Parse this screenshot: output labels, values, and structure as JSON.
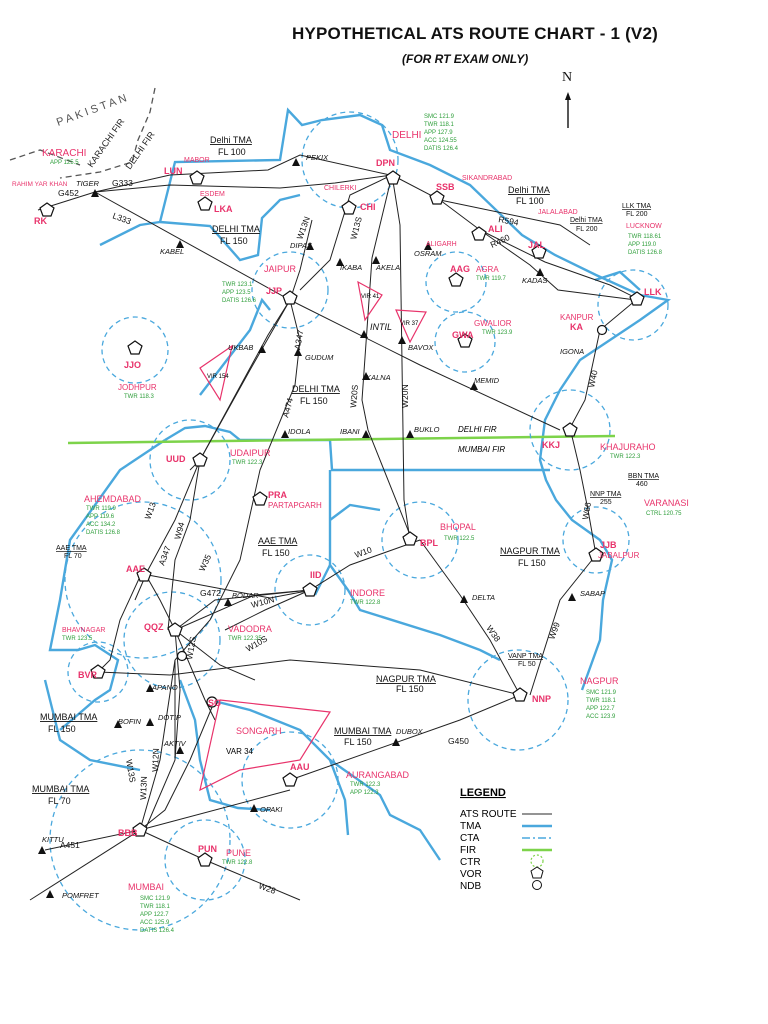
{
  "header": {
    "title": "HYPOTHETICAL ATS ROUTE CHART - 1 (V2)",
    "subtitle": "(FOR RT EXAM ONLY)",
    "north": "N"
  },
  "colors": {
    "route": "#222222",
    "tma": "#4aa8dd",
    "cta": "#4aa8dd",
    "fir": "#7dd34a",
    "station": "#e8336b",
    "freq": "#2e9e3a"
  },
  "regions": {
    "pakistan": "PAKISTAN",
    "karachi_fir": "KARACHI FIR",
    "delhi_fir_west": "DELHI FIR",
    "delhi_fir": "DELHI FIR",
    "mumbai_fir": "MUMBAI FIR"
  },
  "airports": [
    {
      "code": "KARACHI",
      "freq": [
        "APP 125.5"
      ]
    },
    {
      "code": "RK",
      "name": "RAHIM YAR KHAN"
    },
    {
      "code": "LUN",
      "name": "MABOR"
    },
    {
      "code": "LKA",
      "name": "ESDEM"
    },
    {
      "code": "DPN",
      "name": "DELHI",
      "freq": [
        "SMC 121.9",
        "TWR 118.1",
        "APP 127.9",
        "ACC 124.55",
        "DATIS 126.4"
      ]
    },
    {
      "code": "CHI",
      "name": "CHILERKI"
    },
    {
      "code": "SSB",
      "name": "SIKANDRABAD"
    },
    {
      "code": "ALI",
      "name": "ALIGARH"
    },
    {
      "code": "JAL",
      "name": "JALALABAD"
    },
    {
      "code": "AAG",
      "name": "AGRA",
      "freq": [
        "TWR 119.7"
      ]
    },
    {
      "code": "LLK",
      "name": "LUCKNOW",
      "freq": [
        "TWR 118.61",
        "APP 119.0",
        "DATIS 126.8"
      ]
    },
    {
      "code": "JJP",
      "name": "JAIPUR",
      "freq": [
        "TWR 123.1",
        "APP 123.5",
        "DATIS 126.6"
      ]
    },
    {
      "code": "JJO",
      "name": "JODHPUR",
      "freq": [
        "TWR 118.3"
      ]
    },
    {
      "code": "GWA",
      "name": "GWALIOR",
      "freq": [
        "TWR 123.9"
      ]
    },
    {
      "code": "KA",
      "name": "KANPUR"
    },
    {
      "code": "KKJ",
      "name": "KHAJURAHO",
      "freq": [
        "TWR 122.3"
      ]
    },
    {
      "code": "VARANASI",
      "freq": [
        "CTRL 120.75"
      ]
    },
    {
      "code": "UUD",
      "name": "UDAIPUR",
      "freq": [
        "TWR 122.3"
      ]
    },
    {
      "code": "PRA",
      "name": "PARTAPGARH"
    },
    {
      "code": "AAE",
      "name": "AHEMDABAD",
      "freq": [
        "TWR 119.9",
        "APP 119.6",
        "ACC 134.2",
        "DATIS 126.8"
      ]
    },
    {
      "code": "BPL",
      "name": "BHOPAL",
      "freq": [
        "TWR 122.5"
      ]
    },
    {
      "code": "JJB",
      "name": "JABALPUR"
    },
    {
      "code": "IID",
      "name": "INDORE",
      "freq": [
        "TWR 122.8"
      ]
    },
    {
      "code": "QQZ",
      "name": "VADODRA",
      "freq": [
        "TWR 122.35"
      ]
    },
    {
      "code": "BVR",
      "name": "BHAVNAGAR",
      "freq": [
        "TWR 123.5"
      ]
    },
    {
      "code": "SG",
      "name": "SONGARH"
    },
    {
      "code": "NNP",
      "name": "NAGPUR",
      "freq": [
        "SMC 121.9",
        "TWR 118.1",
        "APP 122.7",
        "ACC 123.9"
      ]
    },
    {
      "code": "AAU",
      "name": "AURANGABAD",
      "freq": [
        "TWR 122.3",
        "APP 122.3"
      ]
    },
    {
      "code": "BBB",
      "name": "MUMBAI",
      "freq": [
        "SMC 121.9",
        "TWR 118.1",
        "APP 122.7",
        "ACC 125.9",
        "DATIS 126.4"
      ]
    },
    {
      "code": "PUN",
      "name": "PUNE",
      "freq": [
        "TWR 122.8"
      ]
    }
  ],
  "routes": [
    "G452",
    "G333",
    "L333",
    "W13N",
    "W13S",
    "W20S",
    "W20N",
    "A474",
    "A347",
    "R594",
    "R460",
    "W40",
    "W66",
    "W99",
    "W38",
    "W10",
    "W35",
    "W94",
    "W13",
    "A347",
    "G472",
    "W10N",
    "W10S",
    "W12S",
    "W12N",
    "W13N",
    "W13S",
    "A451",
    "G450",
    "W28"
  ],
  "fixes": [
    "TIGER",
    "KABEL",
    "PEKIX",
    "DIPAS",
    "IKABA",
    "AKELA",
    "OSRAM",
    "KADAS",
    "UKBAB",
    "GUDUM",
    "INTIL",
    "BAVOX",
    "MEMID",
    "KALNA",
    "IGONA",
    "IDOLA",
    "IBANI",
    "BUKLO",
    "BODAR",
    "DELTA",
    "SABAP",
    "APANO",
    "DOTIP",
    "BOFIN",
    "AKTIV",
    "DUBOX",
    "OPAKI",
    "KITTU",
    "POMFRET"
  ],
  "tma_labels": [
    {
      "name": "Delhi TMA",
      "fl": "FL 100"
    },
    {
      "name": "DELHI TMA",
      "fl": "FL 150"
    },
    {
      "name": "Delhi TMA",
      "fl": "FL 100"
    },
    {
      "name": "DELHI TMA",
      "fl": "FL 150"
    },
    {
      "name": "AAE TMA",
      "fl": "FL 150"
    },
    {
      "name": "AAE TMA",
      "fl": "FL 70"
    },
    {
      "name": "NAGPUR TMA",
      "fl": "FL 150"
    },
    {
      "name": "NAGPUR TMA",
      "fl": "FL 150"
    },
    {
      "name": "MUMBAI TMA",
      "fl": "FL 150"
    },
    {
      "name": "MUMBAI TMA",
      "fl": "FL 150"
    },
    {
      "name": "MUMBAI TMA",
      "fl": "FL 70"
    },
    {
      "name": "LLK TMA",
      "fl": "FL 200"
    },
    {
      "name": "Delhi TMA",
      "fl": "FL 200"
    },
    {
      "name": "BBN TMA",
      "fl": "460"
    },
    {
      "name": "NNP TMA",
      "fl": "255"
    },
    {
      "name": "VANP TMA",
      "fl": "FL 50"
    }
  ],
  "restricted": [
    {
      "name": "VIR 154"
    },
    {
      "name": "VIR 41"
    },
    {
      "name": "VIR 37"
    },
    {
      "name": "VAR 34"
    }
  ],
  "legend": {
    "title": "LEGEND",
    "items": [
      {
        "label": "ATS ROUTE",
        "kind": "route"
      },
      {
        "label": "TMA",
        "kind": "tma"
      },
      {
        "label": "CTA",
        "kind": "cta"
      },
      {
        "label": "FIR",
        "kind": "fir"
      },
      {
        "label": "CTR",
        "kind": "ctr"
      },
      {
        "label": "VOR",
        "kind": "vor"
      },
      {
        "label": "NDB",
        "kind": "ndb"
      }
    ]
  }
}
